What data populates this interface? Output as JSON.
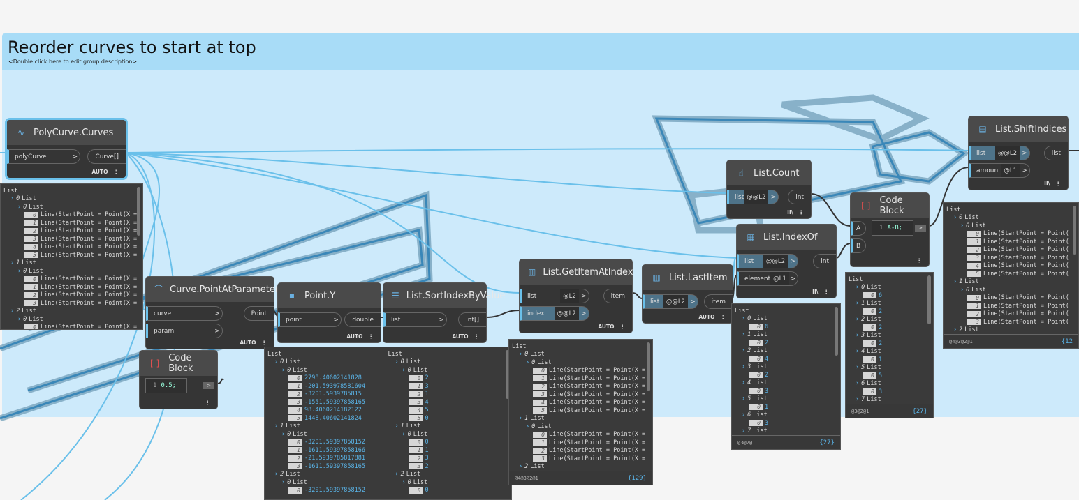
{
  "group": {
    "title": "Reorder curves to start at top",
    "description": "<Double click here to edit group description>",
    "header_color": "#a8dcf7",
    "body_color": "#cdeafb"
  },
  "nodes": {
    "polycurve": {
      "title": "PolyCurve.Curves",
      "icon": "polycurve-icon",
      "inputs": [
        {
          "name": "polyCurve"
        }
      ],
      "outputs": [
        "Curve[]"
      ],
      "footer": "AUTO"
    },
    "pointatparam": {
      "title": "Curve.PointAtParameter",
      "icon": "curve-point-icon",
      "inputs": [
        {
          "name": "curve"
        },
        {
          "name": "param"
        }
      ],
      "outputs": [
        "Point"
      ],
      "footer": "AUTO"
    },
    "pointy": {
      "title": "Point.Y",
      "icon": "point-icon",
      "inputs": [
        {
          "name": "point"
        }
      ],
      "outputs": [
        "double"
      ],
      "footer": "AUTO"
    },
    "sortindex": {
      "title": "List.SortIndexByValue",
      "icon": "list-sort-icon",
      "inputs": [
        {
          "name": "list"
        }
      ],
      "outputs": [
        "int[]"
      ],
      "footer": "AUTO"
    },
    "getitem": {
      "title": "List.GetItemAtIndex",
      "icon": "list-getitem-icon",
      "inputs": [
        {
          "name": "list",
          "level": "@L2"
        },
        {
          "name": "index",
          "level": "@@L2",
          "active": true
        }
      ],
      "outputs": [
        "item"
      ],
      "footer": "AUTO"
    },
    "lastitem": {
      "title": "List.LastItem",
      "icon": "list-lastitem-icon",
      "inputs": [
        {
          "name": "list",
          "level": "@@L2",
          "active": true
        }
      ],
      "outputs": [
        "item"
      ],
      "footer": "AUTO"
    },
    "count": {
      "title": "List.Count",
      "icon": "list-count-icon",
      "inputs": [
        {
          "name": "list",
          "level": "@@L2",
          "active": true
        }
      ],
      "outputs": [
        "int"
      ],
      "footer": "II\\"
    },
    "indexof": {
      "title": "List.IndexOf",
      "icon": "list-indexof-icon",
      "inputs": [
        {
          "name": "list",
          "level": "@@L2",
          "active": true
        },
        {
          "name": "element",
          "level": "@L1"
        }
      ],
      "outputs": [
        "int"
      ],
      "footer": "II\\"
    },
    "shift": {
      "title": "List.ShiftIndices",
      "icon": "list-shift-icon",
      "inputs": [
        {
          "name": "list",
          "level": "@@L2",
          "active": true
        },
        {
          "name": "amount",
          "level": "@L1"
        }
      ],
      "outputs": [
        "list"
      ],
      "footer": "II\\"
    }
  },
  "codeblocks": {
    "cb1": {
      "title": "Code Block",
      "line": "1",
      "code": "0.5;",
      "inputs": [],
      "out": ">"
    },
    "cb2": {
      "title": "Code Block",
      "line": "1",
      "code": "A-B;",
      "inputs": [
        "A",
        "B"
      ],
      "out": ">"
    }
  },
  "watches": {
    "w_poly": {
      "cols": [
        [
          [
            "List",
            0
          ],
          [
            "List",
            1,
            "0"
          ],
          [
            "List",
            2,
            "0"
          ],
          [
            "Line(StartPoint = Point(X =",
            3,
            "0"
          ],
          [
            "Line(StartPoint = Point(X =",
            3,
            "1"
          ],
          [
            "Line(StartPoint = Point(X =",
            3,
            "2"
          ],
          [
            "Line(StartPoint = Point(X =",
            3,
            "3"
          ],
          [
            "Line(StartPoint = Point(X =",
            3,
            "4"
          ],
          [
            "Line(StartPoint = Point(X =",
            3,
            "5"
          ],
          [
            "List",
            1,
            "1"
          ],
          [
            "List",
            2,
            "0"
          ],
          [
            "Line(StartPoint = Point(X =",
            3,
            "0"
          ],
          [
            "Line(StartPoint = Point(X =",
            3,
            "1"
          ],
          [
            "Line(StartPoint = Point(X =",
            3,
            "2"
          ],
          [
            "Line(StartPoint = Point(X =",
            3,
            "3"
          ],
          [
            "List",
            1,
            "2"
          ],
          [
            "List",
            2,
            "0"
          ],
          [
            "Line(StartPoint = Point(X =",
            3,
            "0"
          ]
        ]
      ]
    },
    "w_ysort": {
      "cols": [
        [
          [
            "List",
            0
          ],
          [
            "List",
            1,
            "0"
          ],
          [
            "List",
            2,
            "0"
          ],
          [
            "2798.40602141828",
            3,
            "0"
          ],
          [
            "-201.593978581604",
            3,
            "1"
          ],
          [
            "-3201.5939785815",
            3,
            "2"
          ],
          [
            "-1551.59397858165",
            3,
            "3"
          ],
          [
            "98.4060214182122",
            3,
            "4"
          ],
          [
            "1448.40602141824",
            3,
            "5"
          ],
          [
            "List",
            1,
            "1"
          ],
          [
            "List",
            2,
            "0"
          ],
          [
            "-3201.59397858152",
            3,
            "0"
          ],
          [
            "-1611.59397858166",
            3,
            "1"
          ],
          [
            "-21.5939785817881",
            3,
            "2"
          ],
          [
            "-1611.59397858165",
            3,
            "3"
          ],
          [
            "List",
            1,
            "2"
          ],
          [
            "List",
            2,
            "0"
          ],
          [
            "-3201.59397858152",
            3,
            "0"
          ]
        ],
        [
          [
            "List",
            0
          ],
          [
            "List",
            1,
            "0"
          ],
          [
            "List",
            2,
            "0"
          ],
          [
            "2",
            3,
            "0"
          ],
          [
            "3",
            3,
            "1"
          ],
          [
            "1",
            3,
            "2"
          ],
          [
            "4",
            3,
            "3"
          ],
          [
            "5",
            3,
            "4"
          ],
          [
            "0",
            3,
            "5"
          ],
          [
            "List",
            1,
            "1"
          ],
          [
            "List",
            2,
            "0"
          ],
          [
            "0",
            3,
            "0"
          ],
          [
            "1",
            3,
            "1"
          ],
          [
            "3",
            3,
            "2"
          ],
          [
            "2",
            3,
            "3"
          ],
          [
            "List",
            1,
            "2"
          ],
          [
            "List",
            2,
            "0"
          ],
          [
            "0",
            3,
            "0"
          ]
        ]
      ]
    },
    "w_getitem": {
      "levels": "@4@3@2@1",
      "count": "{129}",
      "cols": [
        [
          [
            "List",
            0
          ],
          [
            "List",
            1,
            "0"
          ],
          [
            "List",
            2,
            "0"
          ],
          [
            "Line(StartPoint = Point(X =",
            3,
            "0"
          ],
          [
            "Line(StartPoint = Point(X =",
            3,
            "1"
          ],
          [
            "Line(StartPoint = Point(X =",
            3,
            "2"
          ],
          [
            "Line(StartPoint = Point(X =",
            3,
            "3"
          ],
          [
            "Line(StartPoint = Point(X =",
            3,
            "4"
          ],
          [
            "Line(StartPoint = Point(X =",
            3,
            "5"
          ],
          [
            "List",
            1,
            "1"
          ],
          [
            "List",
            2,
            "0"
          ],
          [
            "Line(StartPoint = Point(X =",
            3,
            "0"
          ],
          [
            "Line(StartPoint = Point(X =",
            3,
            "1"
          ],
          [
            "Line(StartPoint = Point(X =",
            3,
            "2"
          ],
          [
            "Line(StartPoint = Point(X =",
            3,
            "3"
          ],
          [
            "List",
            1,
            "2"
          ]
        ]
      ]
    },
    "w_indexof": {
      "levels": "@3@2@1",
      "count": "{27}",
      "cols": [
        [
          [
            "List",
            0
          ],
          [
            "List",
            1,
            "0"
          ],
          [
            "6",
            2,
            "0"
          ],
          [
            "List",
            1,
            "1"
          ],
          [
            "2",
            2,
            "0"
          ],
          [
            "List",
            1,
            "2"
          ],
          [
            "4",
            2,
            "0"
          ],
          [
            "List",
            1,
            "3"
          ],
          [
            "2",
            2,
            "0"
          ],
          [
            "List",
            1,
            "4"
          ],
          [
            "3",
            2,
            "0"
          ],
          [
            "List",
            1,
            "5"
          ],
          [
            "1",
            2,
            "0"
          ],
          [
            "List",
            1,
            "6"
          ],
          [
            "3",
            2,
            "0"
          ],
          [
            "List",
            1,
            "7"
          ]
        ]
      ]
    },
    "w_cb": {
      "levels": "@3@2@1",
      "count": "{27}",
      "cols": [
        [
          [
            "List",
            0
          ],
          [
            "List",
            1,
            "0"
          ],
          [
            "6",
            2,
            "0"
          ],
          [
            "List",
            1,
            "1"
          ],
          [
            "2",
            2,
            "0"
          ],
          [
            "List",
            1,
            "2"
          ],
          [
            "2",
            2,
            "0"
          ],
          [
            "List",
            1,
            "3"
          ],
          [
            "2",
            2,
            "0"
          ],
          [
            "List",
            1,
            "4"
          ],
          [
            "1",
            2,
            "0"
          ],
          [
            "List",
            1,
            "5"
          ],
          [
            "5",
            2,
            "0"
          ],
          [
            "List",
            1,
            "6"
          ],
          [
            "3",
            2,
            "0"
          ],
          [
            "List",
            1,
            "7"
          ]
        ]
      ]
    },
    "w_shift": {
      "levels": "@4@3@2@1",
      "count": "{12",
      "cols": [
        [
          [
            "List",
            0
          ],
          [
            "List",
            1,
            "0"
          ],
          [
            "List",
            2,
            "0"
          ],
          [
            "Line(StartPoint = Point(",
            3,
            "0"
          ],
          [
            "Line(StartPoint = Point(",
            3,
            "1"
          ],
          [
            "Line(StartPoint = Point(",
            3,
            "2"
          ],
          [
            "Line(StartPoint = Point(",
            3,
            "3"
          ],
          [
            "Line(StartPoint = Point(",
            3,
            "4"
          ],
          [
            "Line(StartPoint = Point(",
            3,
            "5"
          ],
          [
            "List",
            1,
            "1"
          ],
          [
            "List",
            2,
            "0"
          ],
          [
            "Line(StartPoint = Point(",
            3,
            "0"
          ],
          [
            "Line(StartPoint = Point(",
            3,
            "1"
          ],
          [
            "Line(StartPoint = Point(",
            3,
            "2"
          ],
          [
            "Line(StartPoint = Point(",
            3,
            "3"
          ],
          [
            "List",
            1,
            "2"
          ]
        ]
      ]
    }
  },
  "colors": {
    "wire": "#6ac0ea",
    "wire_dark": "#333333",
    "geometry": "#4a86ab"
  }
}
